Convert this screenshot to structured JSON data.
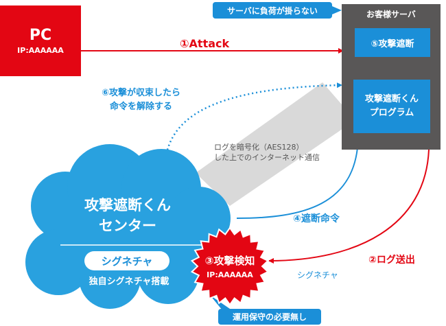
{
  "pc": {
    "title": "PC",
    "ip": "IP:AAAAAA"
  },
  "server": {
    "title": "お客様サーバ",
    "block_label": "⑤攻撃遮断",
    "program_line1": "攻撃遮断くん",
    "program_line2": "プログラム"
  },
  "callouts": {
    "no_load": "サーバに負荷が掛らない",
    "no_maintenance": "運用保守の必要無し"
  },
  "arrows": {
    "attack": "①Attack",
    "release_line1": "⑥攻撃が収束したら",
    "release_line2": "命令を解除する",
    "block_command": "④遮断命令",
    "log_send": "②ログ送出",
    "signature": "シグネチャ"
  },
  "encryption_note": {
    "line1": "ログを暗号化（AES128）",
    "line2": "した上でのインターネット通信"
  },
  "center": {
    "title_line1": "攻撃遮断くん",
    "title_line2": "センター",
    "signature_pill": "シグネチャ",
    "signature_desc": "独自シグネチャ搭載"
  },
  "detection": {
    "title": "③攻撃検知",
    "ip": "IP:AAAAAA"
  },
  "colors": {
    "red": "#e30613",
    "blue": "#1b8fd8",
    "gray": "#595757",
    "light_gray": "#d9d9d9"
  }
}
